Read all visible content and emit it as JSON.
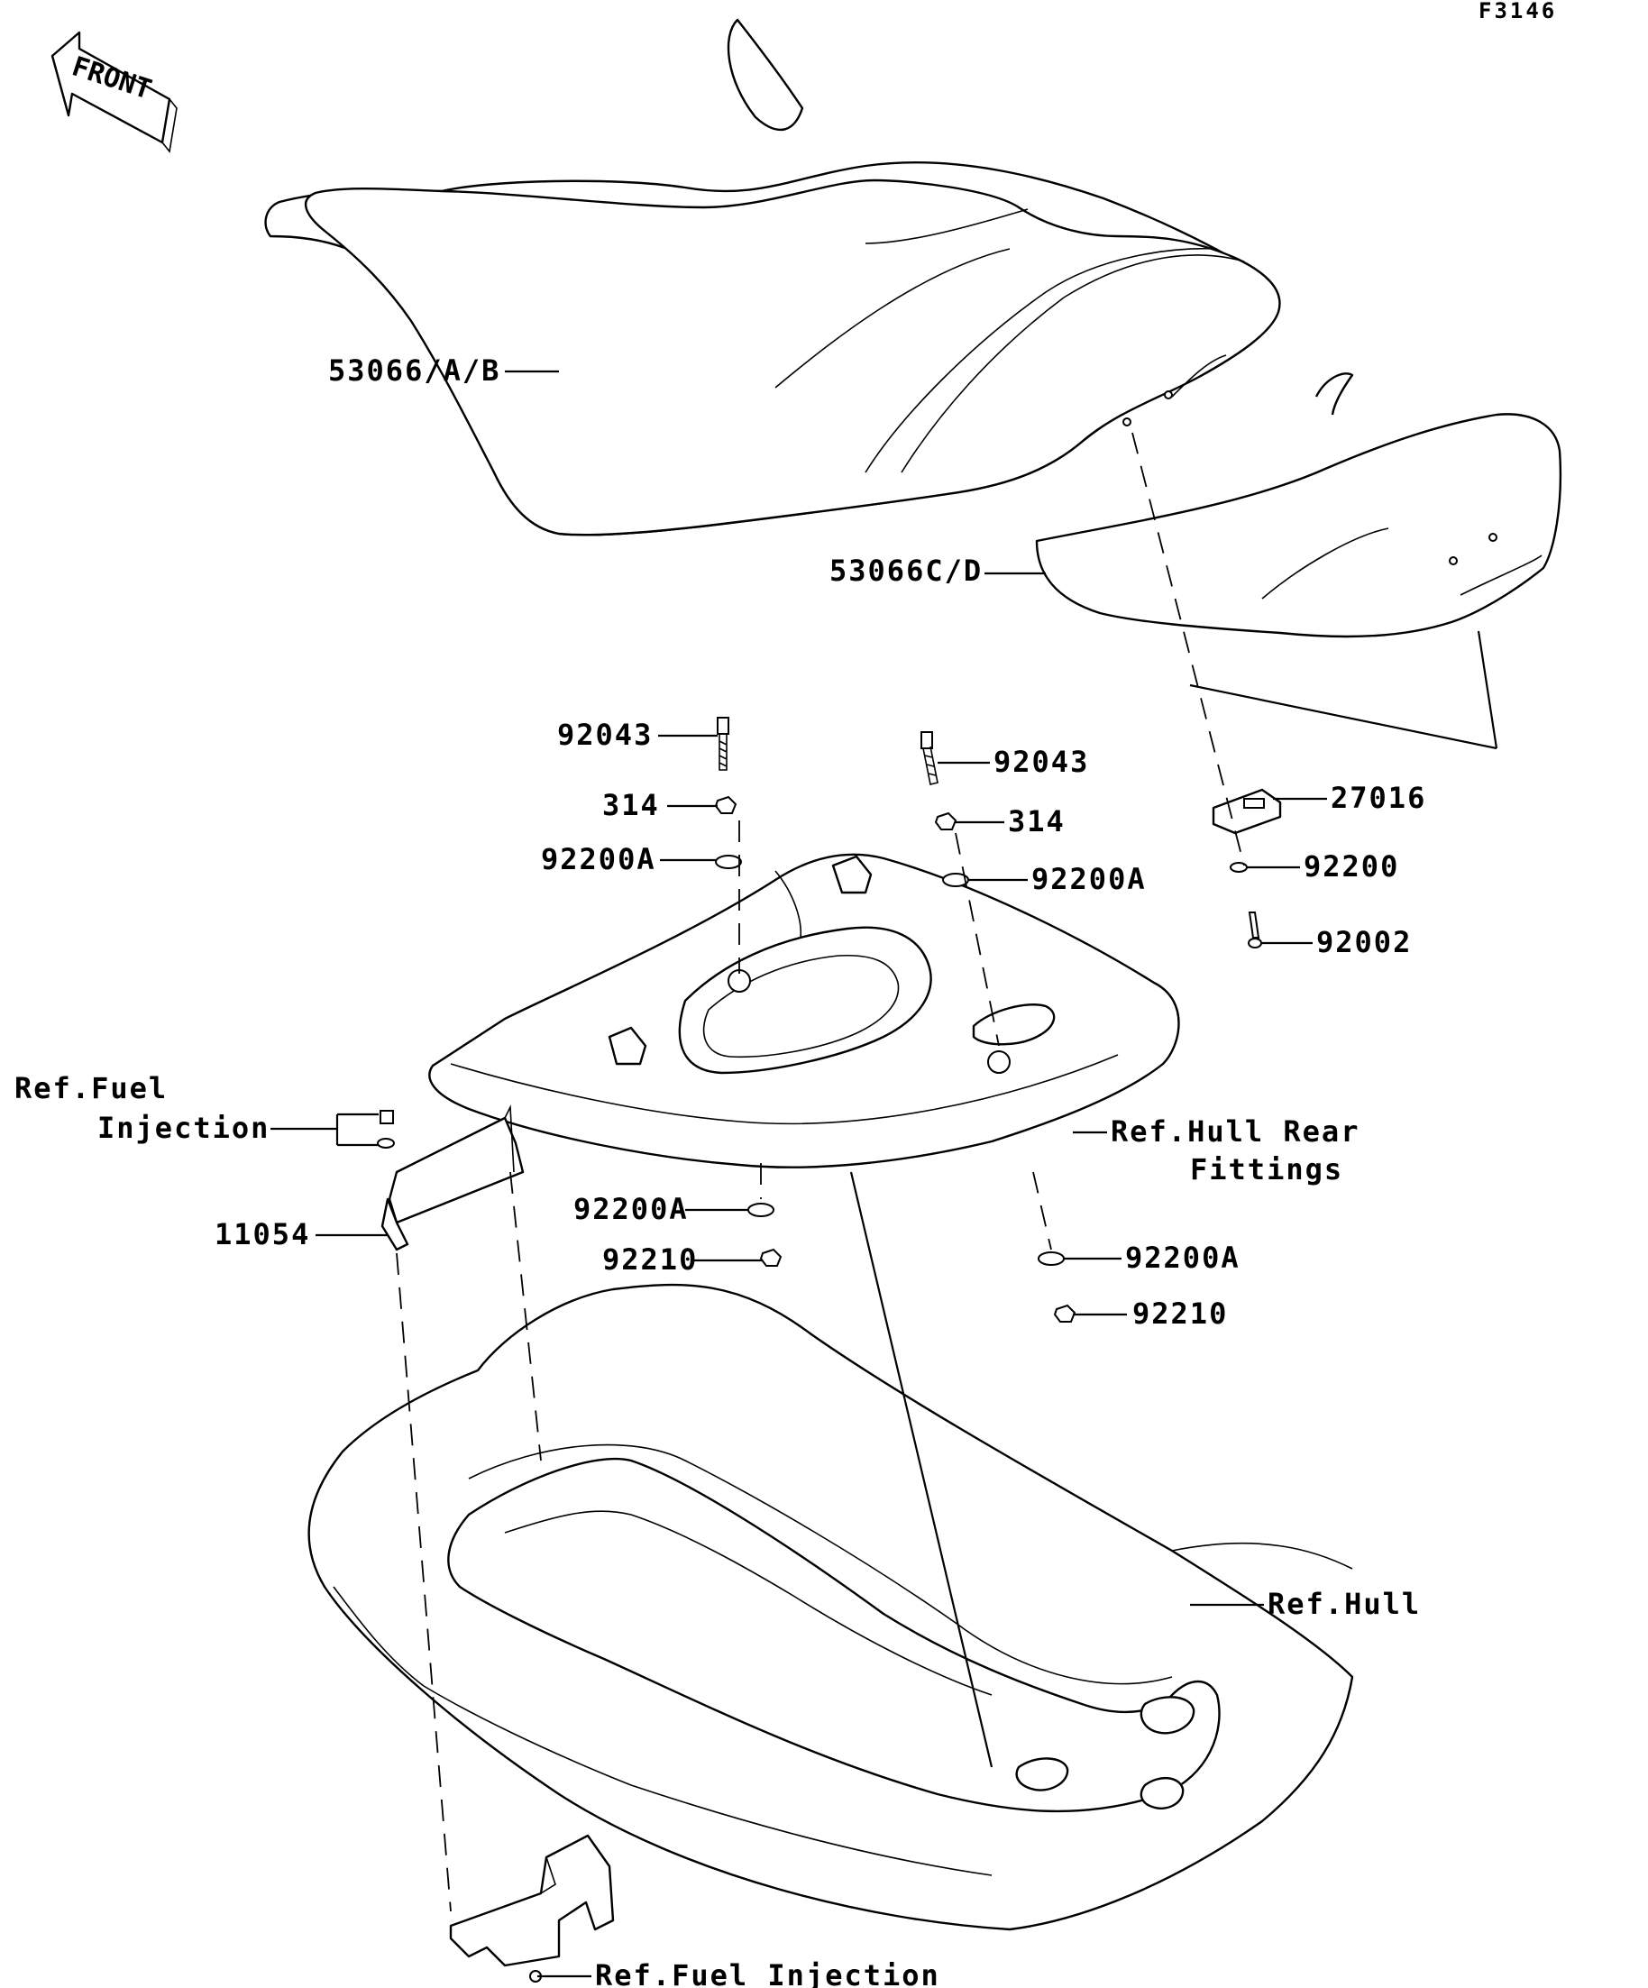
{
  "figure_code": "F3146",
  "front_label": "FRONT",
  "labels": {
    "seat_front": "53066/A/B",
    "seat_rear": "53066C/D",
    "bolt_left": "92043",
    "nut_left": "314",
    "washer_left": "92200A",
    "bolt_right": "92043",
    "nut_right": "314",
    "washer_right": "92200A",
    "latch": "27016",
    "washer_latch": "92200",
    "screw_latch": "92002",
    "ref_fuel_1": "Ref.Fuel",
    "ref_fuel_2": "Injection",
    "bracket": "11054",
    "ref_hull_rear_1": "Ref.Hull Rear",
    "ref_hull_rear_2": "Fittings",
    "washer_lower_left": "92200A",
    "nut_lower_left": "92210",
    "washer_lower_right": "92200A",
    "nut_lower_right": "92210",
    "ref_hull": "Ref.Hull",
    "ref_fuel_bottom": "Ref.Fuel Injection"
  }
}
